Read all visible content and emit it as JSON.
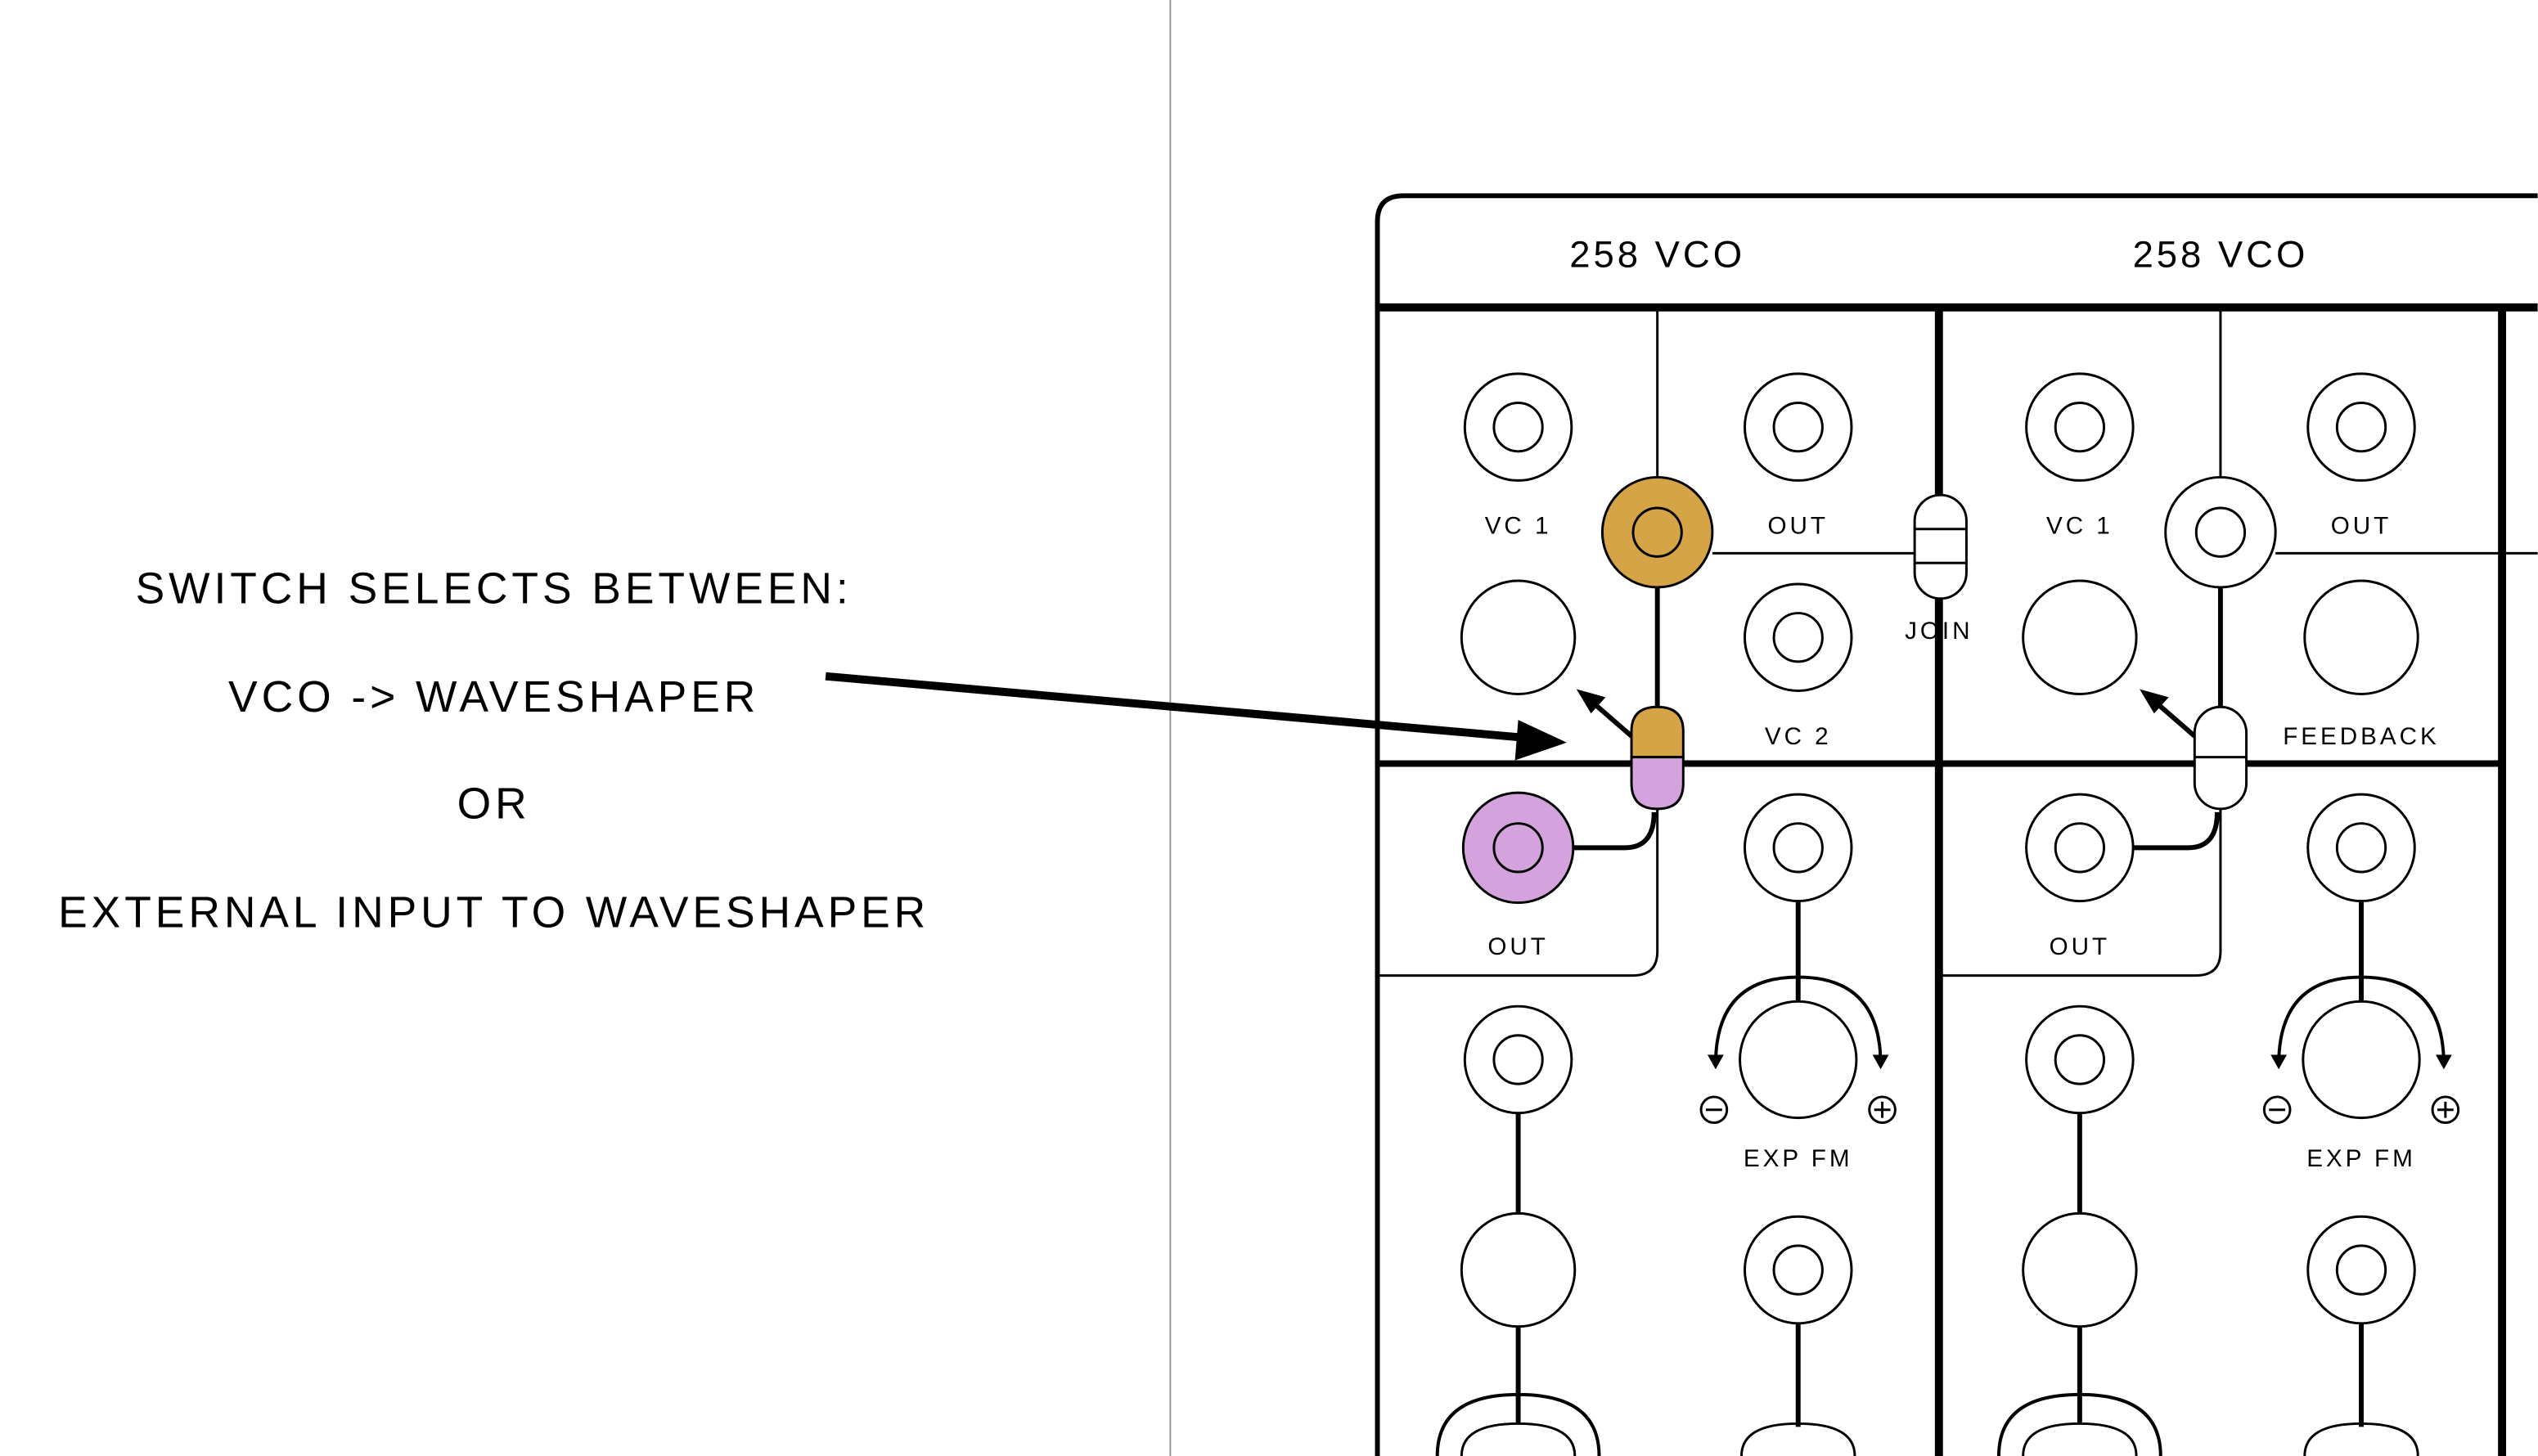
{
  "callout": {
    "line1": "SWITCH SELECTS BETWEEN:",
    "line2": "VCO -> WAVESHAPER",
    "line3": "OR",
    "line4": "EXTERNAL INPUT TO WAVESHAPER"
  },
  "modules": [
    {
      "title": "258 VCO",
      "labels": {
        "vc1": "VC 1",
        "out_top": "OUT",
        "vc2": "VC 2",
        "out_low": "OUT",
        "expfm": "EXP FM"
      },
      "switch": "gold-purple"
    },
    {
      "title": "258 VCO",
      "labels": {
        "vc1": "VC 1",
        "out_top": "OUT",
        "feedback": "FEEDBACK",
        "out_low": "OUT",
        "expfm": "EXP FM"
      },
      "switch": "white"
    }
  ],
  "join_label": "JOIN",
  "colors": {
    "gold": "#D4A447",
    "purple": "#D4A3DE",
    "line": "#000000",
    "divider": "#999999"
  }
}
